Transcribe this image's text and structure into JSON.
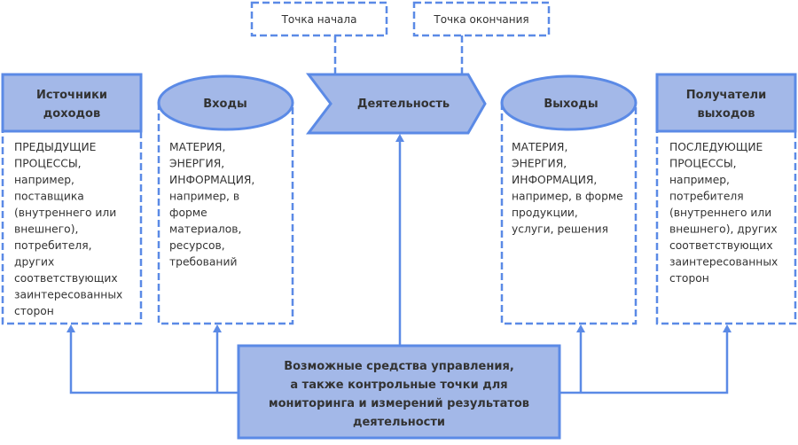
{
  "top": {
    "start_point": "Точка начала",
    "end_point": "Точка окончания"
  },
  "sources": {
    "title": [
      "Источники",
      "доходов"
    ],
    "lines": [
      "ПРЕДЫДУЩИЕ",
      "ПРОЦЕССЫ,",
      "например,",
      "поставщика",
      "(внутреннего или",
      "внешнего),",
      "потребителя,",
      "других",
      "соответствующих",
      "заинтересованных",
      "сторон"
    ]
  },
  "inputs": {
    "title": "Входы",
    "lines": [
      "МАТЕРИЯ,",
      "ЭНЕРГИЯ,",
      "ИНФОРМАЦИЯ,",
      "например, в",
      "форме",
      "материалов,",
      "ресурсов,",
      "требований"
    ]
  },
  "activity": {
    "title": "Деятельность"
  },
  "outputs": {
    "title": "Выходы",
    "lines": [
      "МАТЕРИЯ,",
      "ЭНЕРГИЯ,",
      "ИНФОРМАЦИЯ,",
      "например, в форме",
      "продукции,",
      "услуги, решения"
    ]
  },
  "receivers": {
    "title": [
      "Получатели",
      "выходов"
    ],
    "lines": [
      "ПОСЛЕДУЮЩИЕ",
      "ПРОЦЕССЫ,",
      "например,",
      "потребителя",
      "(внутреннего или",
      "внешнего), других",
      "соответствующих",
      "заинтересованных",
      "сторон"
    ]
  },
  "controls": {
    "lines": [
      "Возможные средства управления,",
      "а также контрольные точки для",
      "мониторинга и измерений результатов",
      "деятельности"
    ]
  }
}
